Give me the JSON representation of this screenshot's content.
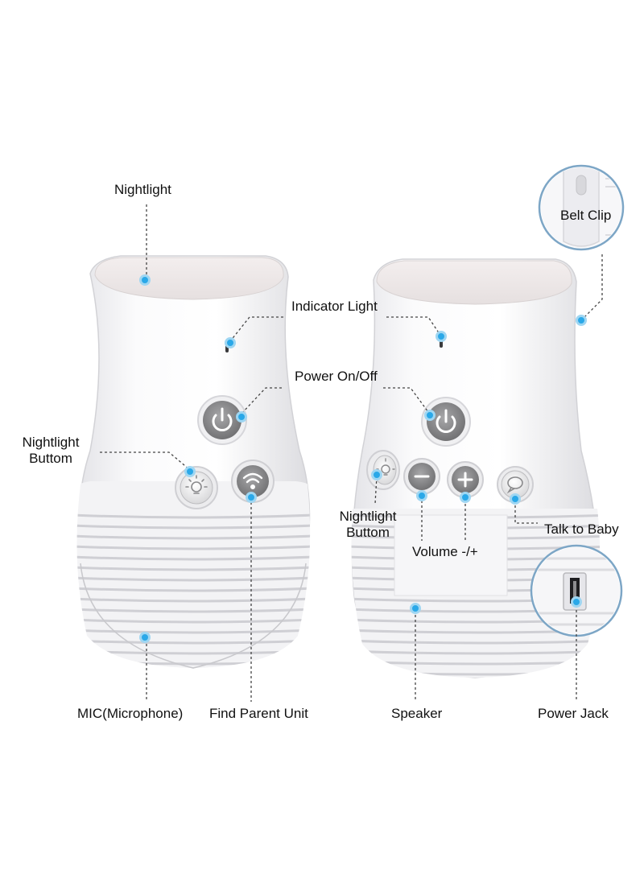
{
  "labels": {
    "nightlight": "Nightlight",
    "indicator_light": "Indicator Light",
    "power_on_off": "Power On/Off",
    "nightlight_button_left_line1": "Nightlight",
    "nightlight_button_left_line2": "Buttom",
    "nightlight_button_right_line1": "Nightlight",
    "nightlight_button_right_line2": "Buttom",
    "volume": "Volume -/+",
    "talk_to_baby": "Talk to Baby",
    "belt_clip": "Belt Clip",
    "mic": "MIC(Microphone)",
    "find_parent_unit": "Find Parent Unit",
    "speaker": "Speaker",
    "power_jack": "Power Jack"
  },
  "colors": {
    "callout_dot": "#2aa8e8",
    "device_body": "#f4f4f6",
    "button_gray": "#8e8e90",
    "leader_line": "#444444"
  },
  "icons": [
    "power-icon",
    "nightlight-bulb-icon",
    "wifi-icon",
    "minus-icon",
    "plus-icon",
    "talk-icon",
    "belt-clip-icon",
    "power-jack-icon"
  ]
}
